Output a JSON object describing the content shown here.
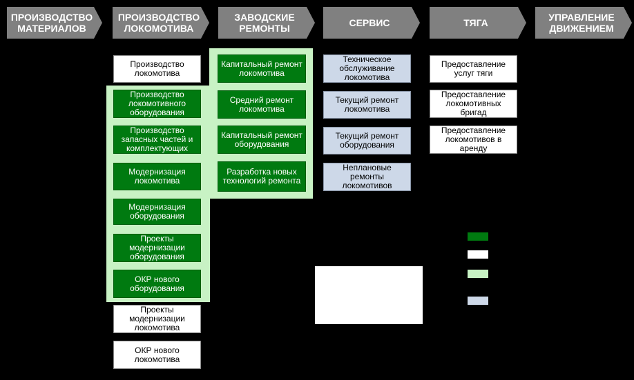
{
  "header": {
    "stages": [
      {
        "label": "ПРОИЗВОДСТВО МАТЕРИАЛОВ"
      },
      {
        "label": "ПРОИЗВОДСТВО ЛОКОМОТИВА"
      },
      {
        "label": "ЗАВОДСКИЕ РЕМОНТЫ"
      },
      {
        "label": "СЕРВИС"
      },
      {
        "label": "ТЯГА"
      },
      {
        "label": "УПРАВЛЕНИЕ ДВИЖЕНИЕМ"
      }
    ]
  },
  "columns": {
    "production": [
      {
        "label": "Производство локомотива"
      },
      {
        "label": "Производство локомотивного оборудования"
      },
      {
        "label": "Производство запасных частей и комплектующих"
      },
      {
        "label": "Модернизация локомотива"
      },
      {
        "label": "Модернизация оборудования"
      },
      {
        "label": "Проекты модернизации оборудования"
      },
      {
        "label": "ОКР нового оборудования"
      },
      {
        "label": "Проекты модернизации локомотива"
      },
      {
        "label": "ОКР нового локомотива"
      }
    ],
    "repairs": [
      {
        "label": "Капитальный ремонт локомотива"
      },
      {
        "label": "Средний ремонт локомотива"
      },
      {
        "label": "Капитальный ремонт оборудования"
      },
      {
        "label": "Разработка новых технологий ремонта"
      }
    ],
    "service": [
      {
        "label": "Техническое обслуживание локомотива"
      },
      {
        "label": "Текущий ремонт локомотива"
      },
      {
        "label": "Текущий ремонт оборудования"
      },
      {
        "label": "Неплановые ремонты локомотивов"
      }
    ],
    "traction": [
      {
        "label": "Предоставление услуг тяги"
      },
      {
        "label": "Предоставление локомотивных бригад"
      },
      {
        "label": "Предоставление локомотивов в аренду"
      }
    ]
  },
  "legend": {
    "colors": [
      "#007a10",
      "#ffffff",
      "#c8f2c4",
      "#cdd8e8"
    ]
  },
  "colors": {
    "header": "#808080",
    "green": "#007a10",
    "light_green": "#c8f2c4",
    "light_blue": "#cdd8e8",
    "background": "#000000"
  }
}
